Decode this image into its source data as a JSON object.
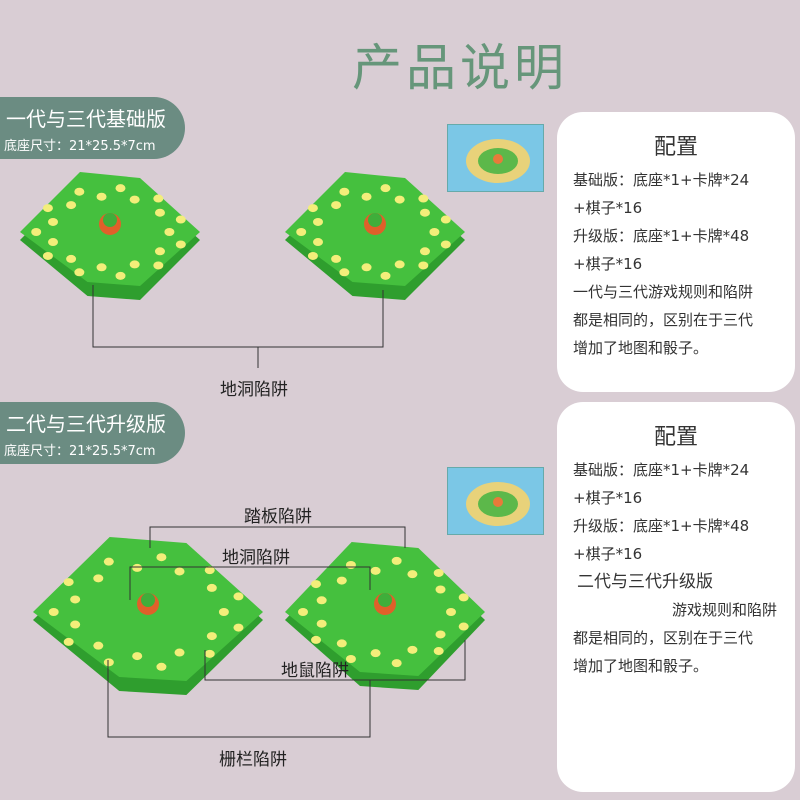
{
  "title": "产品说明",
  "section1": {
    "badge": "一代与三代基础版",
    "size": "底座尺寸：21*25.5*7cm",
    "trap_label": "地洞陷阱",
    "card": {
      "heading": "配置",
      "lines": [
        "基础版：底座*1+卡牌*24",
        "+棋子*16",
        "升级版：底座*1+卡牌*48",
        "+棋子*16",
        "一代与三代游戏规则和陷阱",
        "都是相同的，区别在于三代",
        "增加了地图和骰子。"
      ]
    }
  },
  "section2": {
    "badge": "二代与三代升级版",
    "size": "底座尺寸：21*25.5*7cm",
    "traps": {
      "pedal": "踏板陷阱",
      "hole": "地洞陷阱",
      "mole": "地鼠陷阱",
      "fence": "栅栏陷阱"
    },
    "card": {
      "heading": "配置",
      "lines": [
        "基础版：底座*1+卡牌*24",
        "+棋子*16",
        "升级版：底座*1+卡牌*48",
        "+棋子*16",
        "二代与三代升级版",
        "游戏规则和陷阱",
        "都是相同的，区别在于三代",
        "增加了地图和骰子。"
      ]
    }
  },
  "colors": {
    "accent": "#66967a",
    "badge": "#6b8c82",
    "board": "#3db53a"
  }
}
